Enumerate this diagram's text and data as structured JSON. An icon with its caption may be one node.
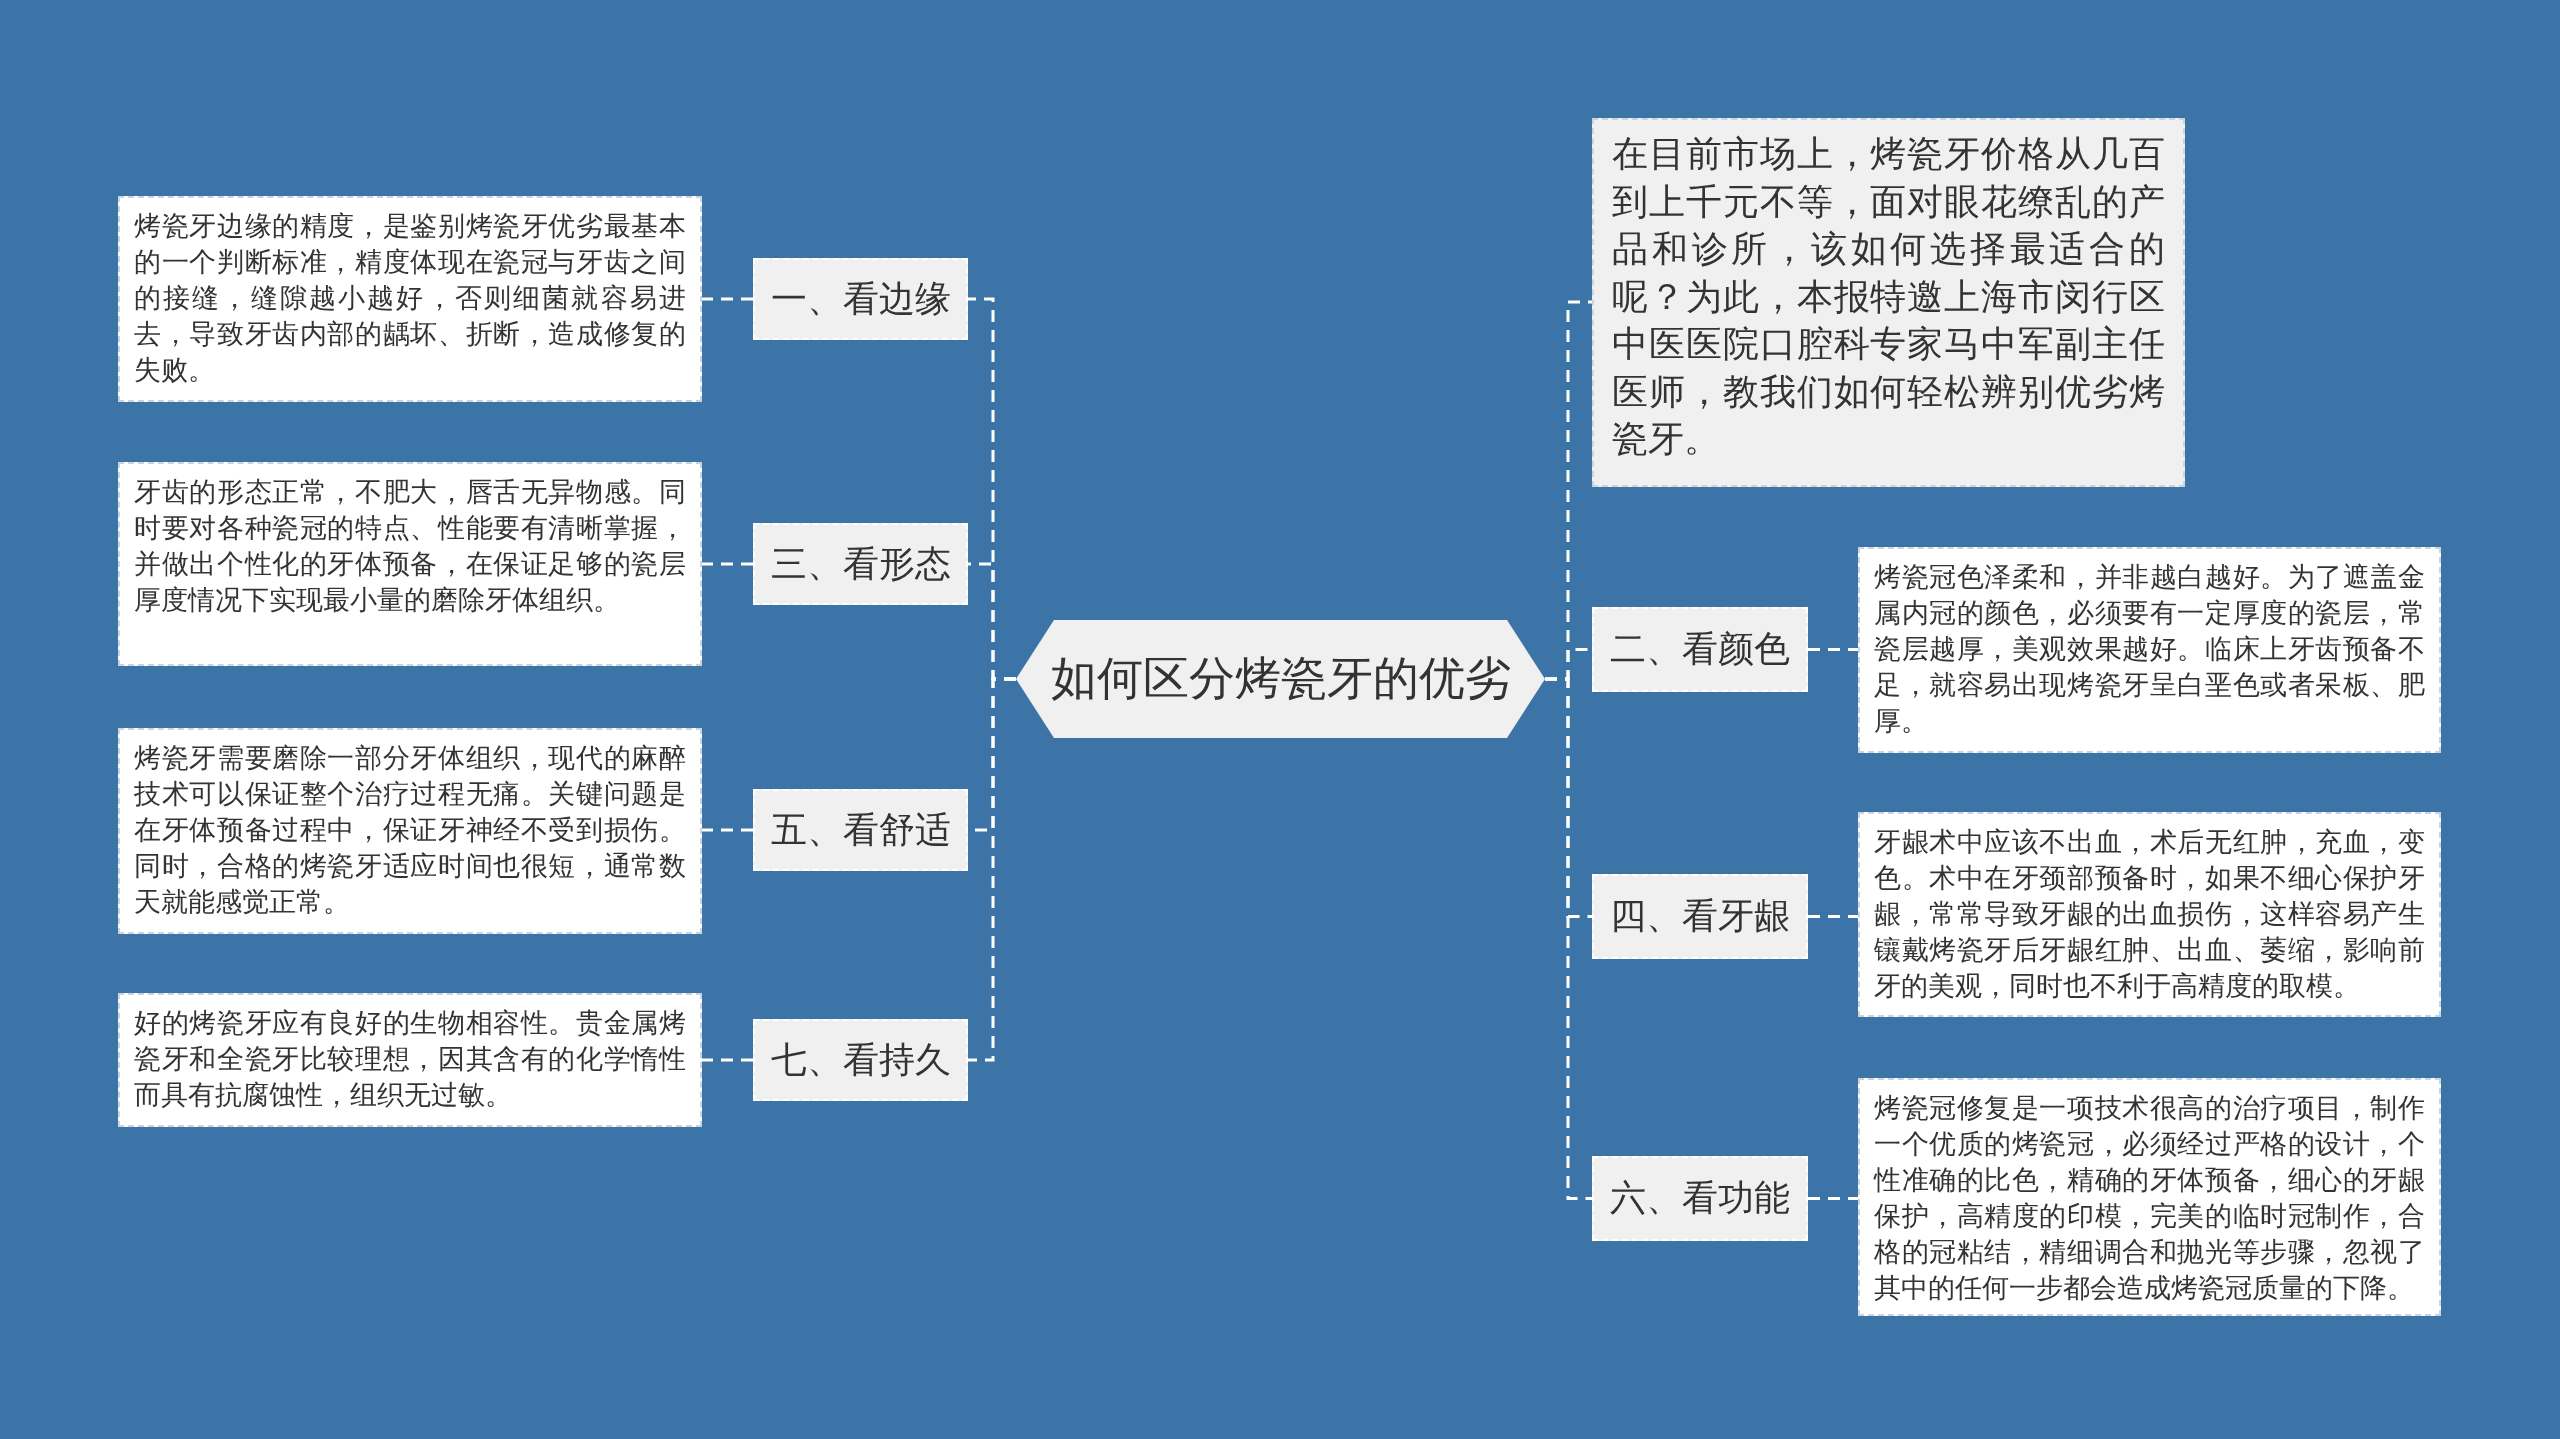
{
  "diagram": {
    "nodes": [
      {
        "text": [
          "如何区分烤瓷牙的优劣"
        ]
      },
      {
        "text": [
          "一、看边缘"
        ]
      },
      {
        "text": [
          "烤瓷牙边缘的精度，是鉴别烤瓷牙优劣最基本的一个判断标准，精度体现在瓷冠与牙齿之间的接缝，缝隙越小越好，否则细菌就容易进去，导致牙齿内部的龋坏、折断，造成修复的失败。"
        ]
      },
      {
        "text": [
          "三、看形态"
        ]
      },
      {
        "text": [
          "牙齿的形态正常，不肥大，唇舌无异物感。同时要对各种瓷冠的特点、性能要有清晰掌握，并做出个性化的牙体预备，在保证足够的瓷层厚度情况下实现最小量的磨除牙体组织。"
        ]
      },
      {
        "text": [
          "五、看舒适"
        ]
      },
      {
        "text": [
          "烤瓷牙需要磨除一部分牙体组织，现代的麻醉技术可以保证整个治疗过程无痛。关键问题是在牙体预备过程中，保证牙神经不受到损伤。同时，合格的烤瓷牙适应时间也很短，通常数天就能感觉正常。"
        ]
      },
      {
        "text": [
          "七、看持久"
        ]
      },
      {
        "text": [
          "好的烤瓷牙应有良好的生物相容性。贵金属烤瓷牙和全瓷牙比较理想，因其含有的化学惰性而具有抗腐蚀性，组织无过敏。"
        ]
      },
      {
        "text": [
          "在目前市场上，烤瓷牙价格从几百到上千元不等，面对眼花缭乱的产品和诊所，该如何选择最适合的呢？为此，本报特邀上海市闵行区中医医院口腔科专家马中军副主任医师，教我们如何轻松辨别优劣烤瓷牙。"
        ]
      },
      {
        "text": [
          "二、看颜色"
        ]
      },
      {
        "text": [
          "烤瓷冠色泽柔和，并非越白越好。为了遮盖金属内冠的颜色，必须要有一定厚度的瓷层，常瓷层越厚，美观效果越好。临床上牙齿预备不足，就容易出现烤瓷牙呈白垩色或者呆板、肥厚。"
        ]
      },
      {
        "text": [
          "四、看牙龈"
        ]
      },
      {
        "text": [
          "牙龈术中应该不出血，术后无红肿，充血，变色。术中在牙颈部预备时，如果不细心保护牙龈，常常导致牙龈的出血损伤，这样容易产生镶戴烤瓷牙后牙龈红肿、出血、萎缩，影响前牙的美观，同时也不利于高精度的取模。"
        ]
      },
      {
        "text": [
          "六、看功能"
        ]
      },
      {
        "text": [
          "烤瓷冠修复是一项技术很高的治疗项目，制作一个优质的烤瓷冠，必须经过严格的设计，个性准确的比色，精确的牙体预备，细心的牙龈保护，高精度的印模，完美的临时冠制作，合格的冠粘结，精细调合和抛光等步骤，忽视了其中的任何一步都会造成烤瓷冠质量的下降。"
        ]
      }
    ],
    "edges": [
      {
        "from": 0,
        "to": 1,
        "arrow": "none"
      },
      {
        "from": 1,
        "to": 2,
        "arrow": "none"
      },
      {
        "from": 0,
        "to": 3,
        "arrow": "none"
      },
      {
        "from": 3,
        "to": 4,
        "arrow": "none"
      },
      {
        "from": 0,
        "to": 5,
        "arrow": "none"
      },
      {
        "from": 5,
        "to": 6,
        "arrow": "none"
      },
      {
        "from": 0,
        "to": 7,
        "arrow": "none"
      },
      {
        "from": 7,
        "to": 8,
        "arrow": "none"
      },
      {
        "from": 0,
        "to": 9,
        "arrow": "none"
      },
      {
        "from": 0,
        "to": 10,
        "arrow": "none"
      },
      {
        "from": 10,
        "to": 11,
        "arrow": "none"
      },
      {
        "from": 0,
        "to": 12,
        "arrow": "none"
      },
      {
        "from": 12,
        "to": 13,
        "arrow": "none"
      },
      {
        "from": 0,
        "to": 14,
        "arrow": "none"
      },
      {
        "from": 14,
        "to": 15,
        "arrow": "none"
      }
    ]
  }
}
